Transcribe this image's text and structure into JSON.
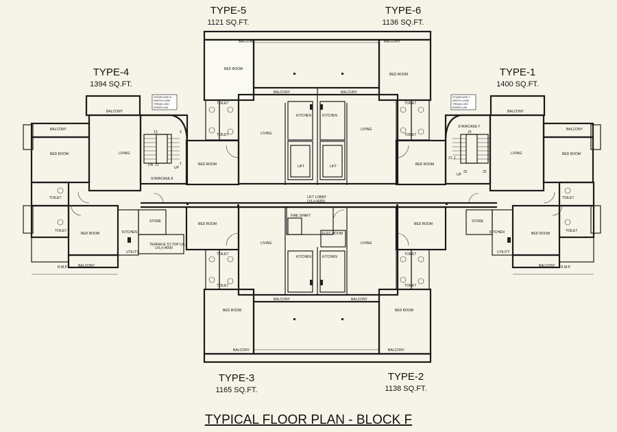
{
  "types": [
    {
      "name": "TYPE-5",
      "area": "1121 SQ.FT."
    },
    {
      "name": "TYPE-6",
      "area": "1136 SQ.FT."
    },
    {
      "name": "TYPE-4",
      "area": "1394 SQ.FT."
    },
    {
      "name": "TYPE-1",
      "area": "1400 SQ.FT."
    },
    {
      "name": "TYPE-3",
      "area": "1165 SQ.FT."
    },
    {
      "name": "TYPE-2",
      "area": "1138 SQ.FT."
    }
  ],
  "title": "TYPICAL FLOOR PLAN - BLOCK F",
  "labels": {
    "balcony": "BALCONY",
    "bedroom": "BED ROOM",
    "living": "LIVING",
    "kitchen": "KITCHEN",
    "toilet": "TOILET",
    "lift": "LIFT",
    "lift_lobby": "LIFT LOBBY",
    "lift_lobby_lvl": "LVL(+)4350",
    "fire_shaft": "FIRE SHAFT",
    "elec_room": "ELEC ROOM",
    "store": "STORE",
    "utility": "UTILITY",
    "rmp": "R.M.P.",
    "staircase8": "STAIRCASE-8",
    "staircase7": "STAIRCASE-7",
    "terrace1": "TERRACE ST.TOP LVL",
    "terrace2": "LVL(+)4000",
    "up": "UP",
    "dn": "DN",
    "s13": "13",
    "s9": "9",
    "s21": "21",
    "s1": "1",
    "s15": "15",
    "s25": "25",
    "s22": "22",
    "stair8_spec": [
      "STAIRCASE-8",
      "WIDTH=1050",
      "TREAD=300",
      "RISER=150"
    ],
    "stair7_spec": [
      "STAIRCASE-7",
      "WIDTH=1050",
      "TREAD=300",
      "RISER=150"
    ]
  }
}
